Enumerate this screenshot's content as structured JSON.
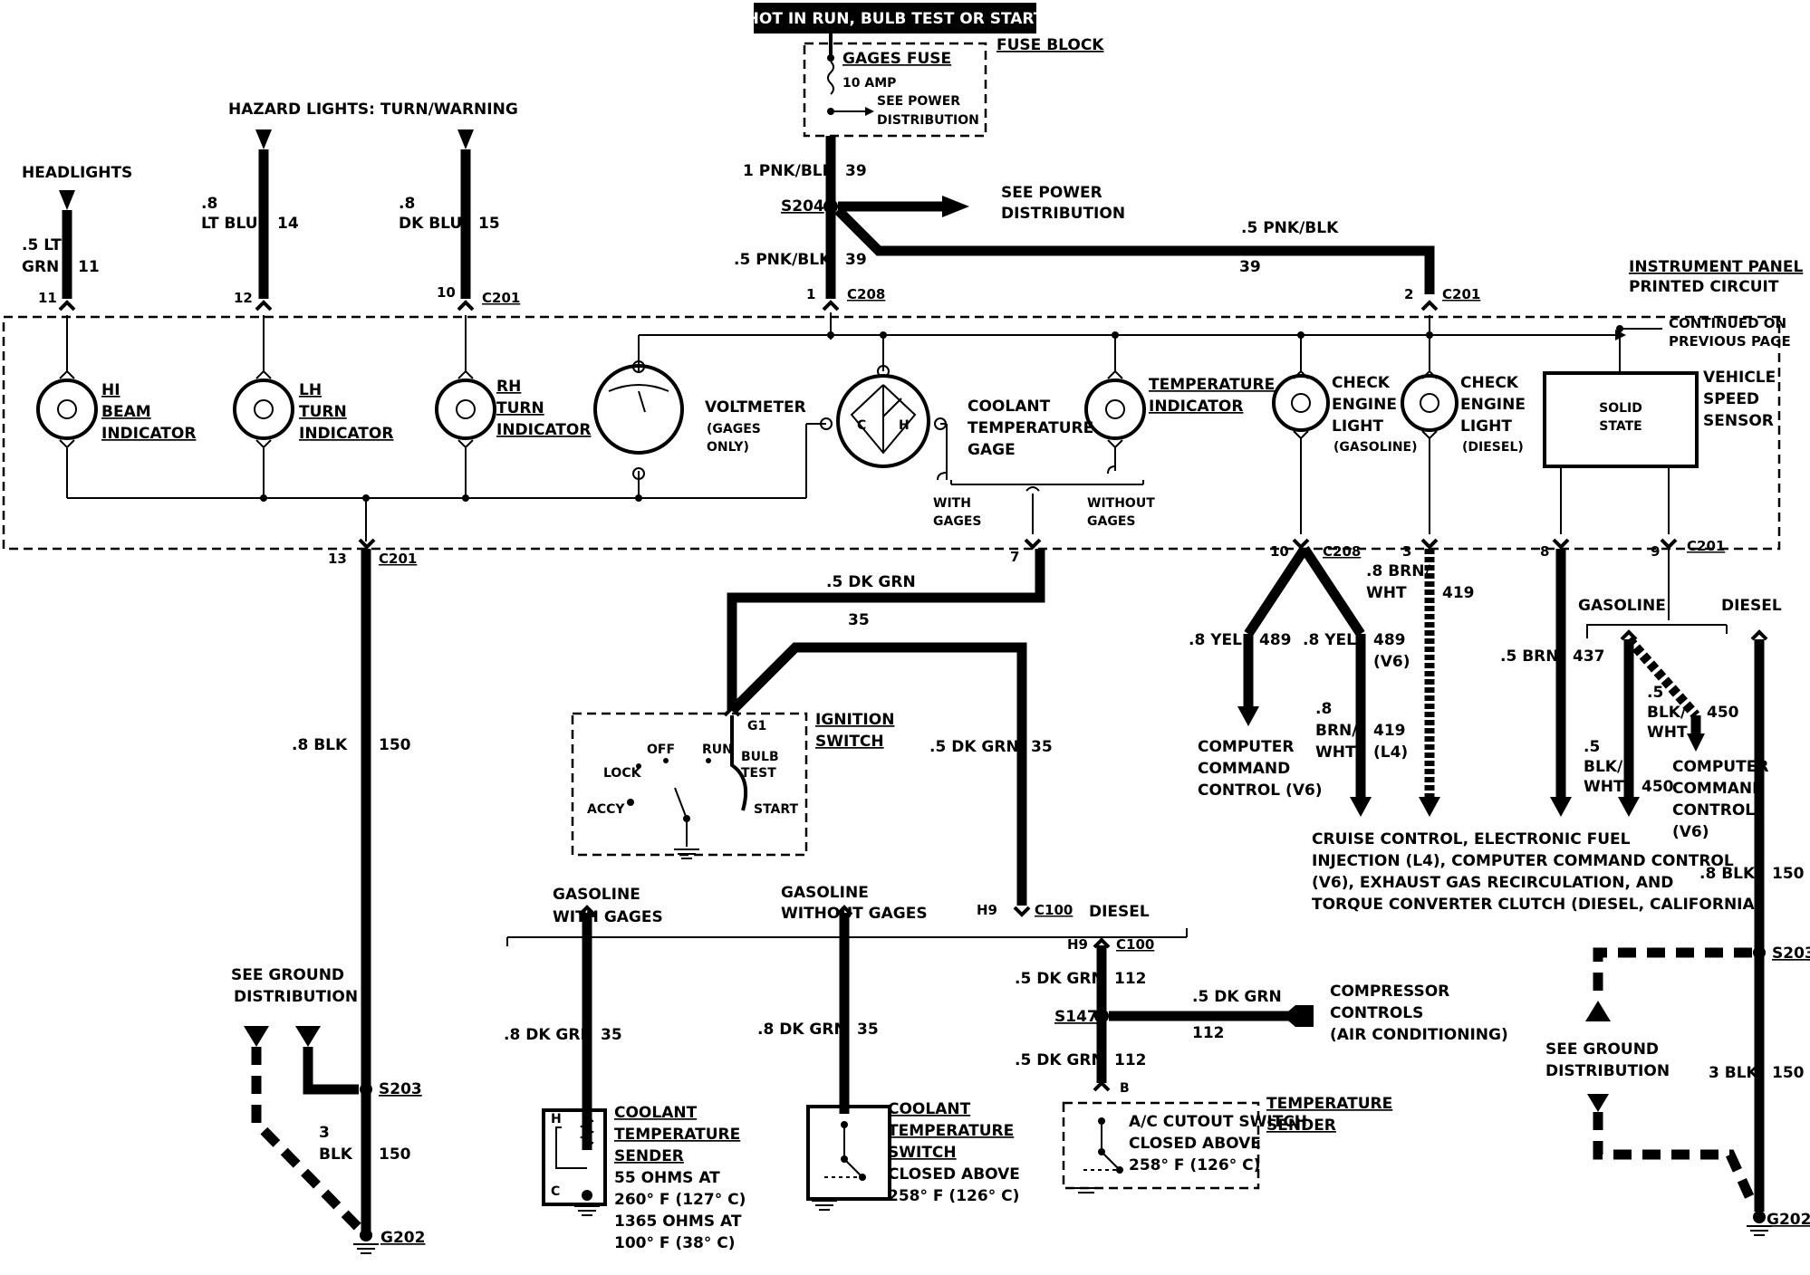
{
  "header": {
    "title": "HOT IN RUN, BULB TEST OR START"
  },
  "fuse_block": {
    "label": "FUSE BLOCK",
    "fuse_name": "GAGES FUSE",
    "fuse_rating": "10 AMP",
    "see_power_1": "SEE POWER",
    "see_power_2": "DISTRIBUTION"
  },
  "sources": {
    "headlights": "HEADLIGHTS",
    "hazard": "HAZARD LIGHTS: TURN/WARNING",
    "see_power_1": "SEE POWER",
    "see_power_2": "DISTRIBUTION"
  },
  "wires": {
    "w11_size": ".5 LT",
    "w11_color": "GRN",
    "w11_circ": "11",
    "w14_size": ".8",
    "w14_color": "LT BLU",
    "w14_circ": "14",
    "w15_size": ".8",
    "w15_color": "DK BLU",
    "w15_circ": "15",
    "w39a": "1 PNK/BLK",
    "w39a_circ": "39",
    "w39b": ".5 PNK/BLK",
    "w39b_circ": "39",
    "w39c": ".5 PNK/BLK",
    "w39c_circ": "39",
    "w150": ".8 BLK",
    "w150_circ": "150",
    "w150b_1": "3",
    "w150b_2": "BLK",
    "w150b_circ": "150",
    "w35a": ".5 DK GRN",
    "w35a_circ": "35",
    "w35b": ".5 DK GRN",
    "w35b_circ": "35",
    "w35c": ".8 DK GRN",
    "w35c_circ": "35",
    "w35d": ".8 DK GRN",
    "w35d_circ": "35",
    "w112a": ".5 DK GRN",
    "w112a_circ": "112",
    "w112b": ".5 DK GRN",
    "w112b_circ": "112",
    "w112c": ".5 DK GRN",
    "w112c_circ": "112",
    "w489a": ".8 YEL",
    "w489a_circ": "489",
    "w489b": ".8 YEL",
    "w489b_circ": "489",
    "w489b_sub": "(V6)",
    "w419a_1": ".8 BRN/",
    "w419a_2": "WHT",
    "w419a_circ": "419",
    "w419b_1": ".8",
    "w419b_2": "BRN/",
    "w419b_3": "WHT",
    "w419b_circ": "419",
    "w419b_sub": "(L4)",
    "w437": ".5 BRN",
    "w437_circ": "437",
    "w450a_1": ".5",
    "w450a_2": "BLK/",
    "w450a_3": "WHT",
    "w450a_circ": "450",
    "w450b_1": ".5",
    "w450b_2": "BLK/",
    "w450b_3": "WHT",
    "w450b_circ": "450",
    "w150r": ".8 BLK",
    "w150r_circ": "150",
    "w150r2": "3 BLK",
    "w150r2_circ": "150"
  },
  "connectors": {
    "c201": "C201",
    "c208": "C208",
    "c100": "C100",
    "s204": "S204",
    "s203": "S203",
    "s147": "S147",
    "g202": "G202",
    "pin11": "11",
    "pin12": "12",
    "pin10": "10",
    "pin1": "1",
    "pin2": "2",
    "pin13": "13",
    "pin7": "7",
    "pin10b": "10",
    "pin3": "3",
    "pin8": "8",
    "pin9": "9",
    "h9": "H9",
    "pin_b": "B",
    "g1": "G1"
  },
  "panel": {
    "label_1": "INSTRUMENT PANEL",
    "label_2": "PRINTED CIRCUIT",
    "continued_1": "CONTINUED ON",
    "continued_2": "PREVIOUS PAGE",
    "hi_1": "HI",
    "hi_2": "BEAM",
    "hi_3": "INDICATOR",
    "lh_1": "LH",
    "lh_2": "TURN",
    "lh_3": "INDICATOR",
    "rh_1": "RH",
    "rh_2": "TURN",
    "rh_3": "INDICATOR",
    "volt_1": "VOLTMETER",
    "volt_2": "(GAGES",
    "volt_3": "ONLY)",
    "cool_1": "COOLANT",
    "cool_2": "TEMPERATURE",
    "cool_3": "GAGE",
    "temp_1": "TEMPERATURE",
    "temp_2": "INDICATOR",
    "with_1": "WITH",
    "with_2": "GAGES",
    "without_1": "WITHOUT",
    "without_2": "GAGES",
    "ceg_1": "CHECK",
    "ceg_2": "ENGINE",
    "ceg_3": "LIGHT",
    "ceg_4": "(GASOLINE)",
    "ced_1": "CHECK",
    "ced_2": "ENGINE",
    "ced_3": "LIGHT",
    "ced_4": "(DIESEL)",
    "ss_1": "SOLID",
    "ss_2": "STATE",
    "vss_1": "VEHICLE",
    "vss_2": "SPEED",
    "vss_3": "SENSOR",
    "gauge_c": "C",
    "gauge_h": "H"
  },
  "ignition": {
    "title_1": "IGNITION",
    "title_2": "SWITCH",
    "off": "OFF",
    "run": "RUN",
    "lock": "LOCK",
    "bulb_1": "BULB",
    "bulb_2": "TEST",
    "accy": "ACCY",
    "start": "START"
  },
  "lower": {
    "gas_with_1": "GASOLINE",
    "gas_with_2": "WITH GAGES",
    "gas_without_1": "GASOLINE",
    "gas_without_2": "WITHOUT GAGES",
    "diesel": "DIESEL",
    "sender_1": "COOLANT",
    "sender_2": "TEMPERATURE",
    "sender_3": "SENDER",
    "sender_4": "55 OHMS AT",
    "sender_5": "260° F (127° C)",
    "sender_6": "1365 OHMS AT",
    "sender_7": "100° F (38° C)",
    "sw_1": "COOLANT",
    "sw_2": "TEMPERATURE",
    "sw_3": "SWITCH",
    "sw_4": "CLOSED ABOVE",
    "sw_5": "258° F (126° C)",
    "ts_1": "TEMPERATURE",
    "ts_2": "SENDER",
    "ac_1": "A/C CUTOUT SWITCH",
    "ac_2": "CLOSED ABOVE",
    "ac_3": "258° F (126° C)",
    "comp_1": "COMPRESSOR",
    "comp_2": "CONTROLS",
    "comp_3": "(AIR CONDITIONING)",
    "sg_1": "SEE GROUND",
    "sg_2": "DISTRIBUTION",
    "sg_r1": "SEE GROUND",
    "sg_r2": "DISTRIBUTION",
    "ecm_1": "COMPUTER",
    "ecm_2": "COMMAND",
    "ecm_3": "CONTROL (V6)",
    "ecm_r1": "COMPUTER",
    "ecm_r2": "COMMAND",
    "ecm_r3": "CONTROL",
    "ecm_r4": "(V6)",
    "cruise_1": "CRUISE CONTROL, ELECTRONIC FUEL",
    "cruise_2": "INJECTION (L4), COMPUTER COMMAND CONTROL",
    "cruise_3": "(V6), EXHAUST GAS RECIRCULATION, AND",
    "cruise_4": "TORQUE CONVERTER CLUTCH (DIESEL, CALIFORNIA)",
    "gasoline": "GASOLINE",
    "diesel_r": "DIESEL",
    "gc_h": "H",
    "gc_c": "C"
  }
}
